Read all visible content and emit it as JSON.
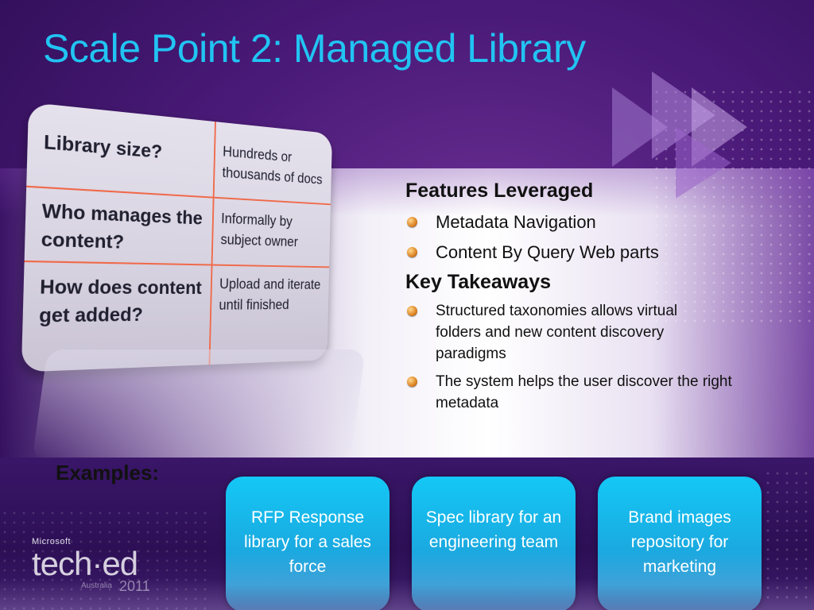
{
  "slide": {
    "title": "Scale Point 2: Managed Library",
    "accent_color": "#21c4f2"
  },
  "card": {
    "rows": [
      {
        "question": "Library size?",
        "answer": "Hundreds or thousands of docs"
      },
      {
        "question": "Who manages the content?",
        "answer": "Informally by subject owner"
      },
      {
        "question": "How does content get added?",
        "answer": "Upload and iterate until finished"
      }
    ],
    "divider_color": "#f06a4a"
  },
  "features": {
    "heading": "Features Leveraged",
    "items": [
      "Metadata Navigation",
      "Content By Query Web parts"
    ]
  },
  "takeaways": {
    "heading": "Key Takeaways",
    "items": [
      "Structured taxonomies allows virtual folders and new content discovery paradigms",
      "The system helps the user discover the right metadata"
    ]
  },
  "examples": {
    "label": "Examples:",
    "items": [
      "RFP Response library for a sales force",
      "Spec library for an engineering team",
      "Brand images repository for marketing"
    ],
    "box_color": "#14c8f5"
  },
  "logo": {
    "company": "Microsoft",
    "brand": "tech·ed",
    "region": "Australia",
    "year": "2011"
  }
}
